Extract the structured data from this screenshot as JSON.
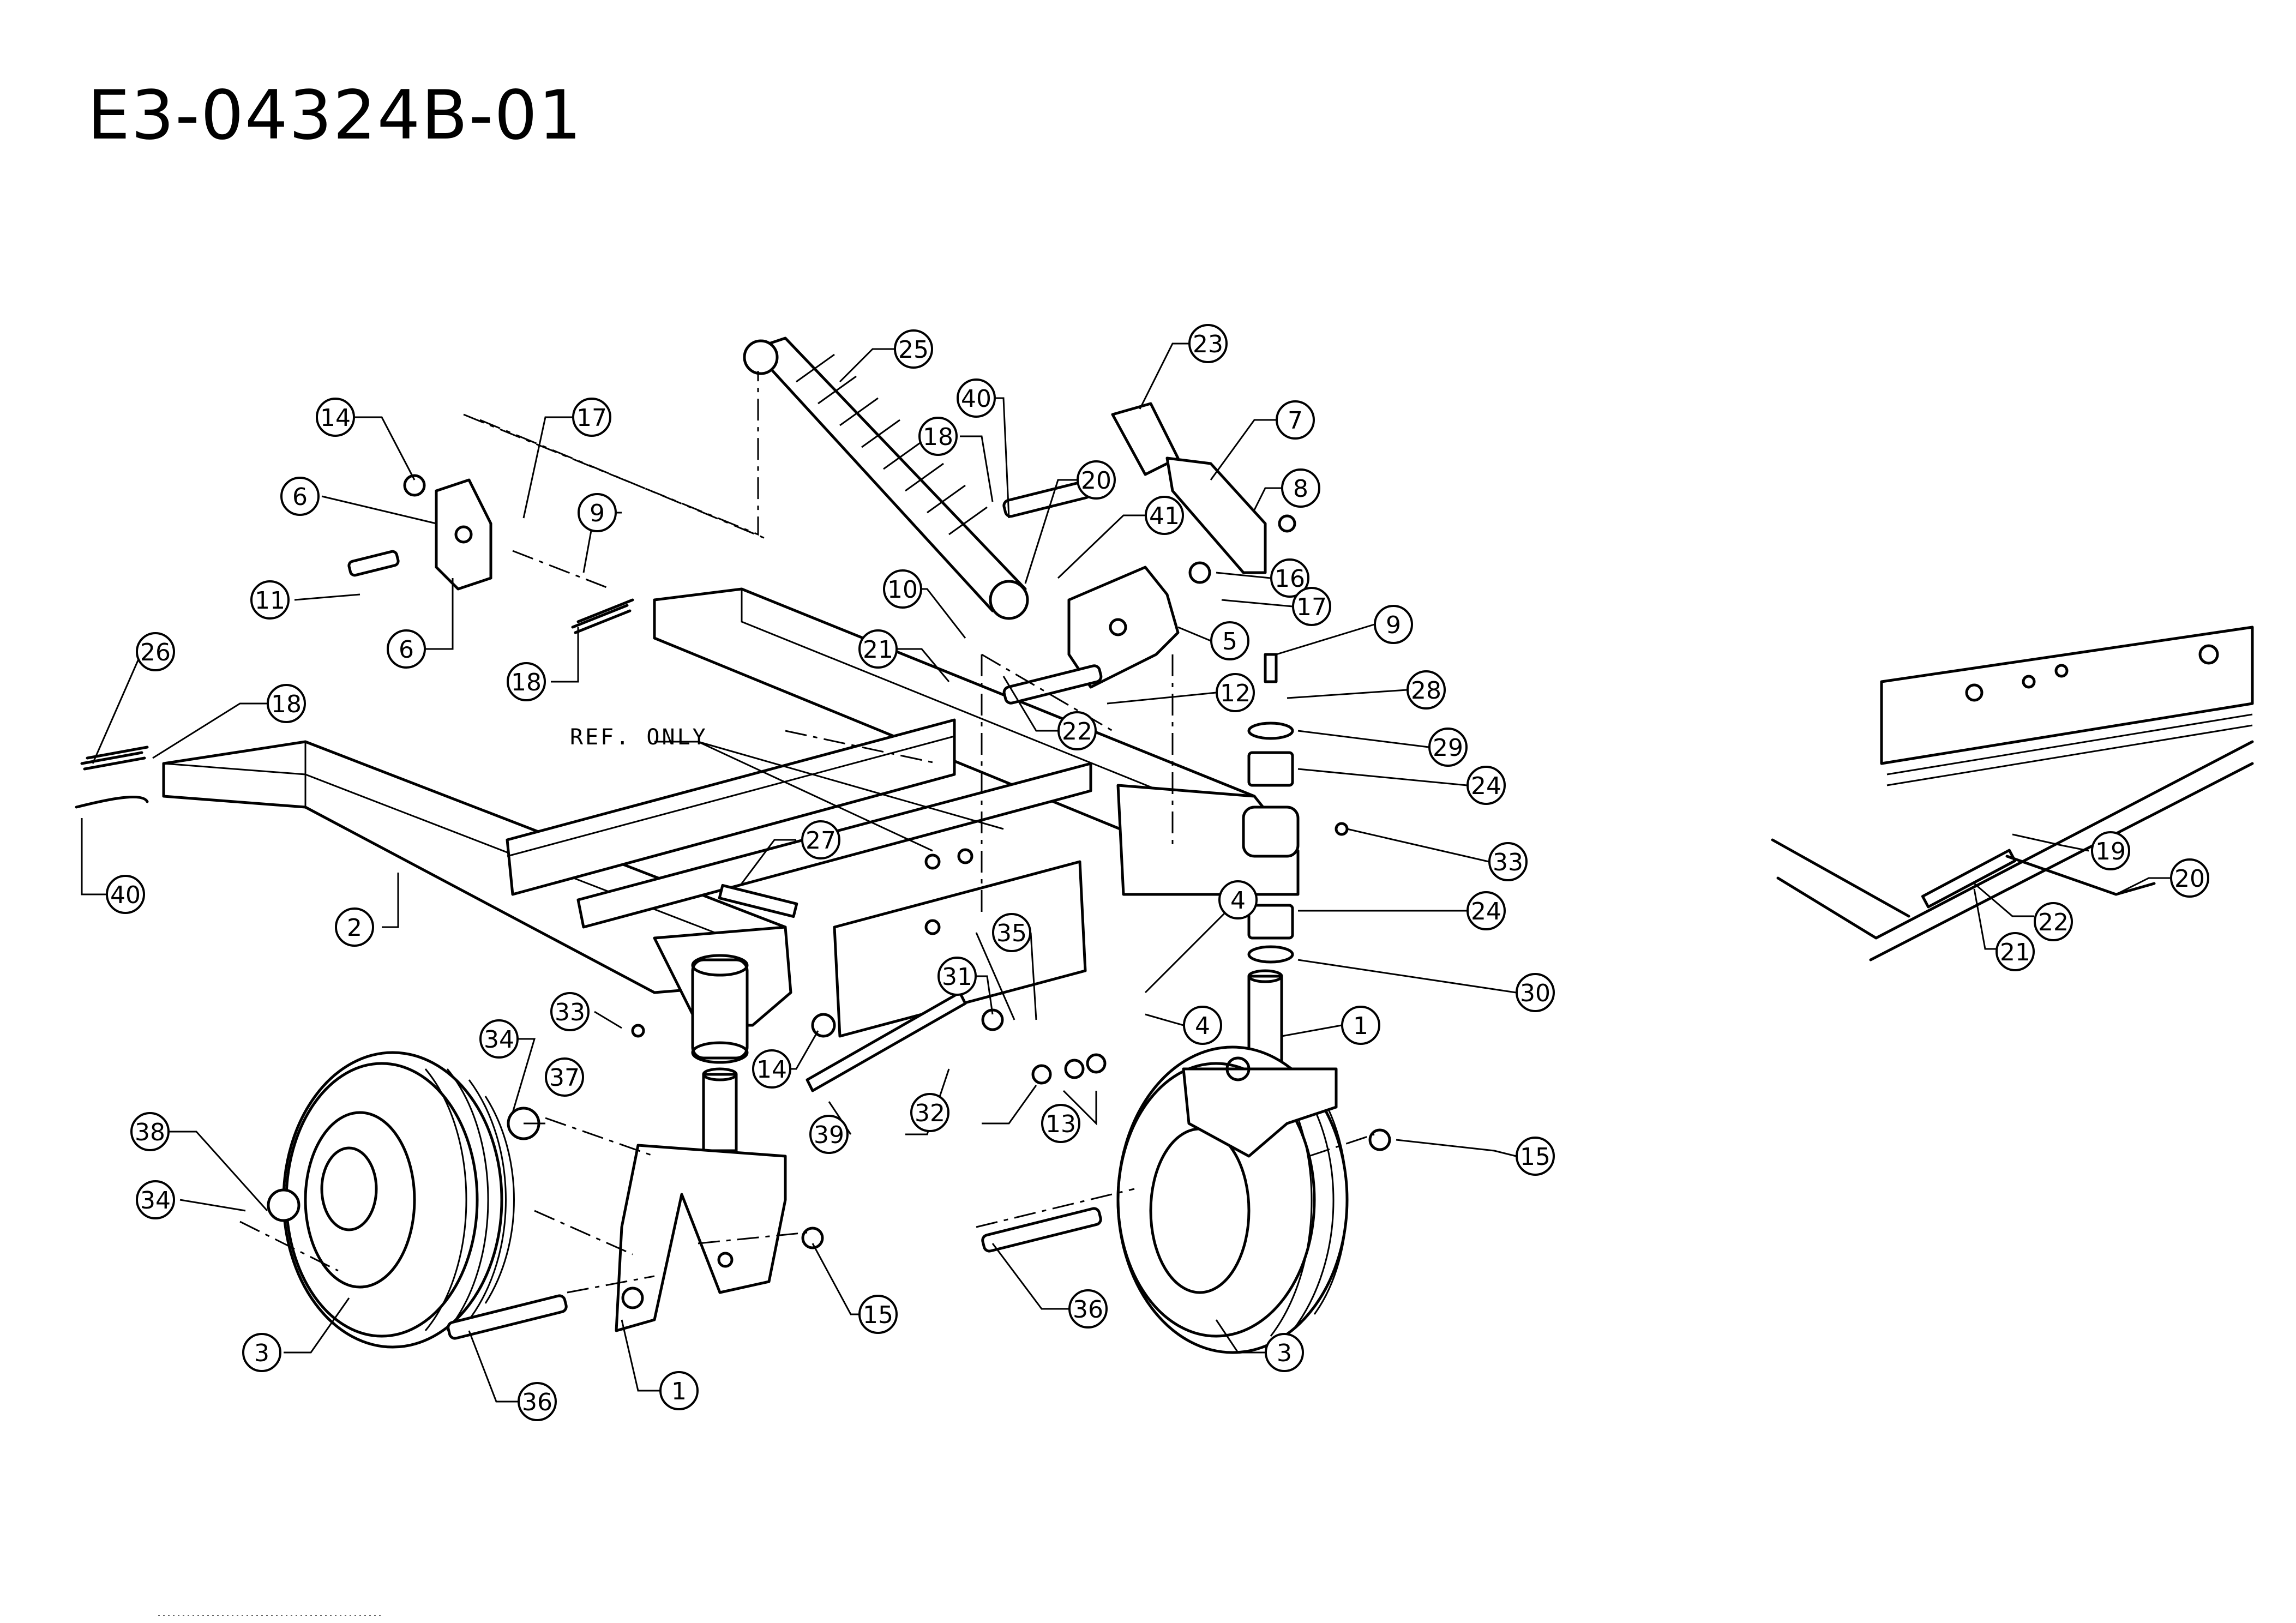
{
  "title": "E3-04324B-01",
  "ref_label": "REF. ONLY",
  "callouts": {
    "c1": "1",
    "c2": "2",
    "c3": "3",
    "c4": "4",
    "c5": "5",
    "c6": "6",
    "c7": "7",
    "c8": "8",
    "c9": "9",
    "c10": "10",
    "c11": "11",
    "c12": "12",
    "c13": "13",
    "c14": "14",
    "c15": "15",
    "c16": "16",
    "c17": "17",
    "c18": "18",
    "c19": "19",
    "c20": "20",
    "c21": "21",
    "c22": "22",
    "c23": "23",
    "c24": "24",
    "c25": "25",
    "c26": "26",
    "c27": "27",
    "c28": "28",
    "c29": "29",
    "c30": "30",
    "c31": "31",
    "c32": "32",
    "c33": "33",
    "c34": "34",
    "c35": "35",
    "c36": "36",
    "c37": "37",
    "c38": "38",
    "c39": "39",
    "c40": "40",
    "c41": "41"
  }
}
